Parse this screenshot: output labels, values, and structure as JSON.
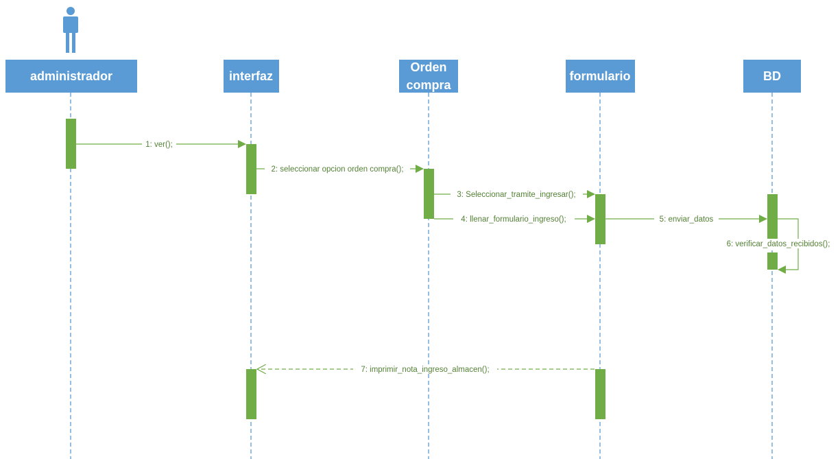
{
  "colors": {
    "lifeline": "#5b9bd5",
    "activation": "#70ad47",
    "message_text": "#538135"
  },
  "actor": {
    "icon": "person-icon"
  },
  "lifelines": [
    {
      "id": "admin",
      "lines": [
        "administrador"
      ]
    },
    {
      "id": "interfaz",
      "lines": [
        "interfaz"
      ]
    },
    {
      "id": "orden",
      "lines": [
        "Orden",
        "compra"
      ]
    },
    {
      "id": "formulario",
      "lines": [
        "formulario"
      ]
    },
    {
      "id": "bd",
      "lines": [
        "BD"
      ]
    }
  ],
  "messages": [
    {
      "label": "1: ver();",
      "from": "admin",
      "to": "interfaz",
      "kind": "sync"
    },
    {
      "label": "2: seleccionar opcion orden compra();",
      "from": "interfaz",
      "to": "orden",
      "kind": "sync"
    },
    {
      "label": "3: Seleccionar_tramite_ingresar();",
      "from": "orden",
      "to": "formulario",
      "kind": "sync"
    },
    {
      "label": "4: llenar_formulario_ingreso();",
      "from": "orden",
      "to": "formulario",
      "kind": "sync"
    },
    {
      "label": "5: enviar_datos",
      "from": "formulario",
      "to": "bd",
      "kind": "sync"
    },
    {
      "label": "6: verificar_datos_recibidos();",
      "from": "bd",
      "to": "bd",
      "kind": "self"
    },
    {
      "label": "7: imprimir_nota_ingreso_almacen();",
      "from": "formulario",
      "to": "interfaz",
      "kind": "return"
    }
  ]
}
